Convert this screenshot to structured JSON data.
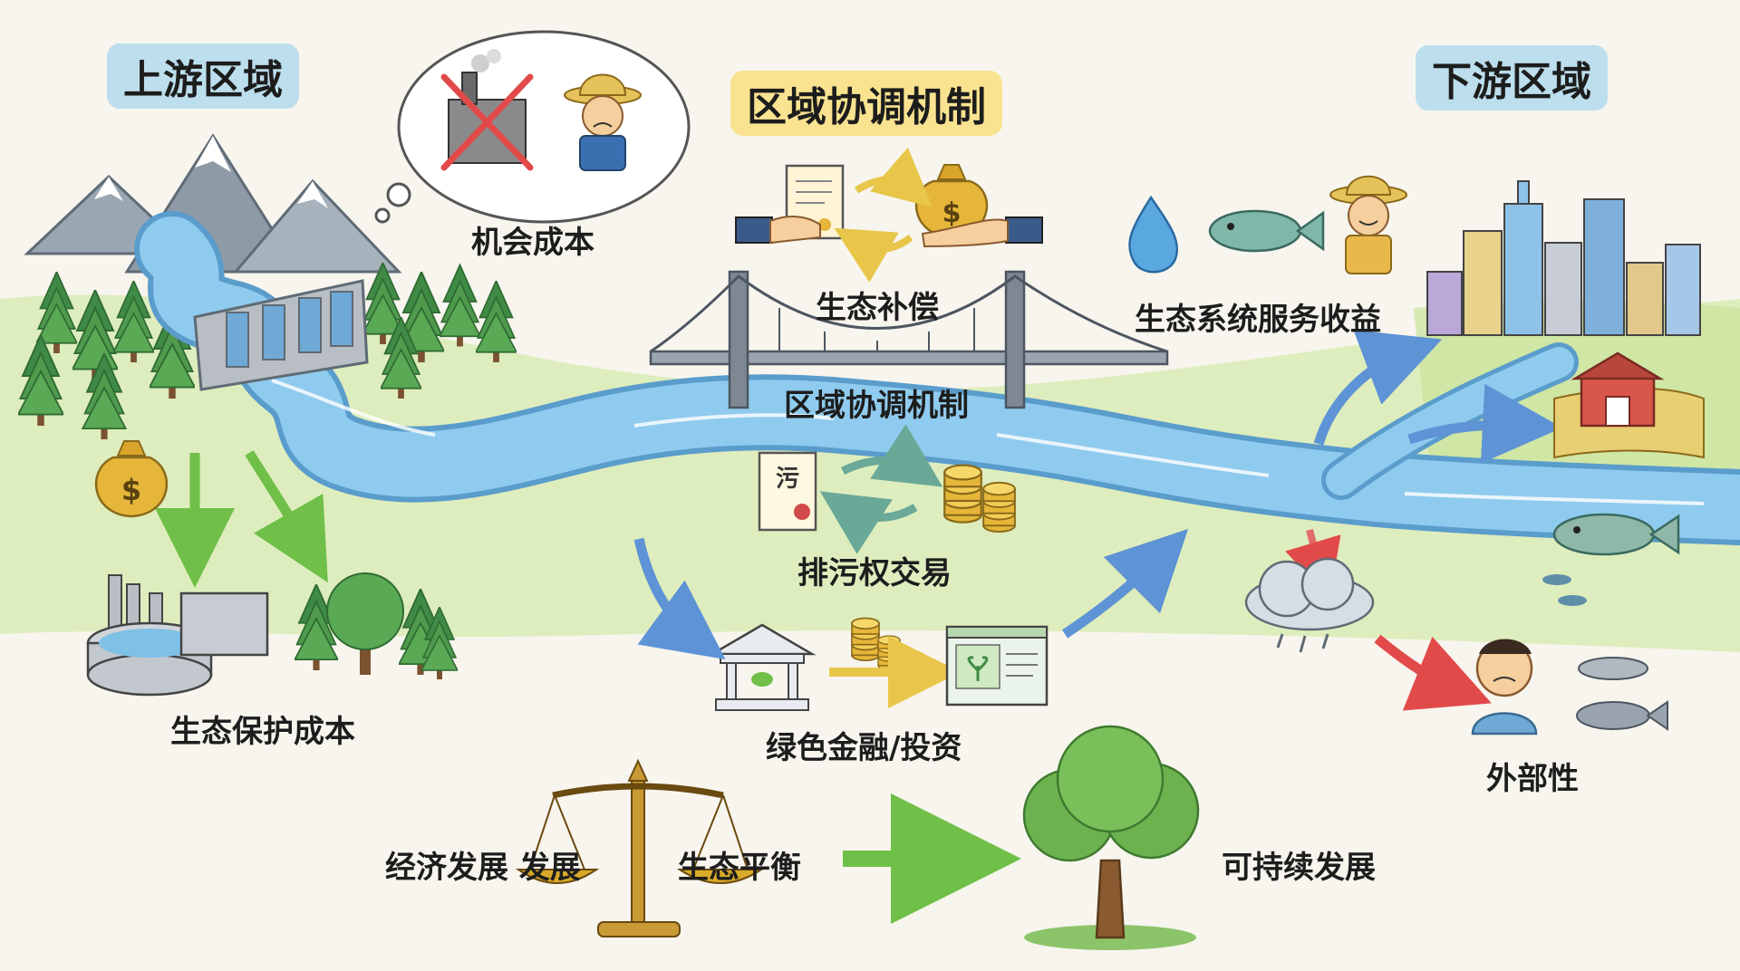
{
  "titles": {
    "upstream": "上游区域",
    "mechanism": "区域协调机制",
    "downstream": "下游区域"
  },
  "labels": {
    "opportunity_cost": "机会成本",
    "eco_compensation": "生态补偿",
    "bridge_mechanism": "区域协调机制",
    "eco_services": "生态系统服务收益",
    "pollution_trading": "排污权交易",
    "protection_cost": "生态保护成本",
    "green_finance": "绿色金融/投资",
    "externality": "外部性",
    "economic_development": "经济发展 发展",
    "eco_balance": "生态平衡",
    "sustainable": "可持续发展"
  },
  "icon_text": {
    "dollar": "$",
    "pollution": "污"
  },
  "colors": {
    "river": "#7fc0e6",
    "grass": "#c9e29a",
    "forest": "#4f9a4c",
    "mountain": "#8e9aa6",
    "arrow_green": "#6fbf48",
    "arrow_blue": "#5e93d6",
    "arrow_red": "#e24a4a",
    "arrow_yellow": "#e8c64a",
    "highlight_blue": "#a8d6ec",
    "highlight_yellow": "#fade78",
    "gold": "#e6b63a"
  }
}
